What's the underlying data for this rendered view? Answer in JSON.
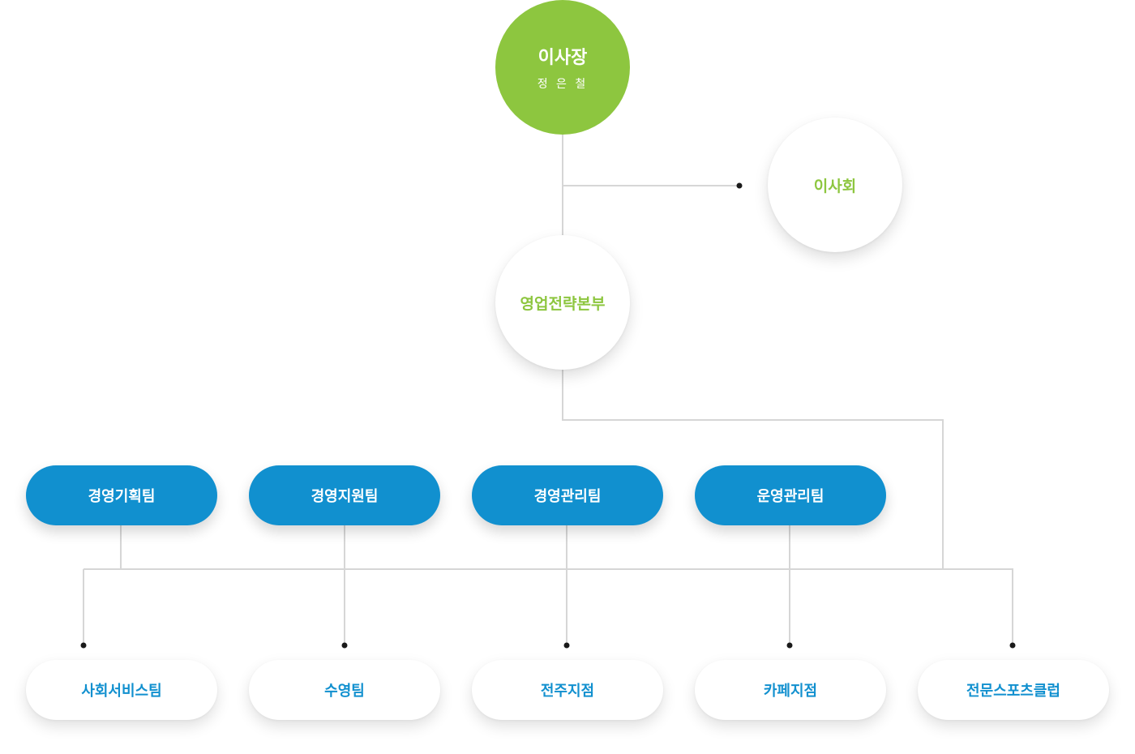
{
  "chairman": {
    "title": "이사장",
    "name": "정 은 철"
  },
  "board": {
    "label": "이사회"
  },
  "division": {
    "label": "영업전략본부"
  },
  "teams": [
    {
      "label": "경영기획팀"
    },
    {
      "label": "경영지원팀"
    },
    {
      "label": "경영관리팀"
    },
    {
      "label": "운영관리팀"
    }
  ],
  "units": [
    {
      "label": "사회서비스팀"
    },
    {
      "label": "수영팀"
    },
    {
      "label": "전주지점"
    },
    {
      "label": "카페지점"
    },
    {
      "label": "전문스포츠클럽"
    }
  ],
  "colors": {
    "green": "#8dc63f",
    "blue": "#1190cf",
    "line": "#d6d6d6",
    "dot": "#1a1a1a"
  }
}
